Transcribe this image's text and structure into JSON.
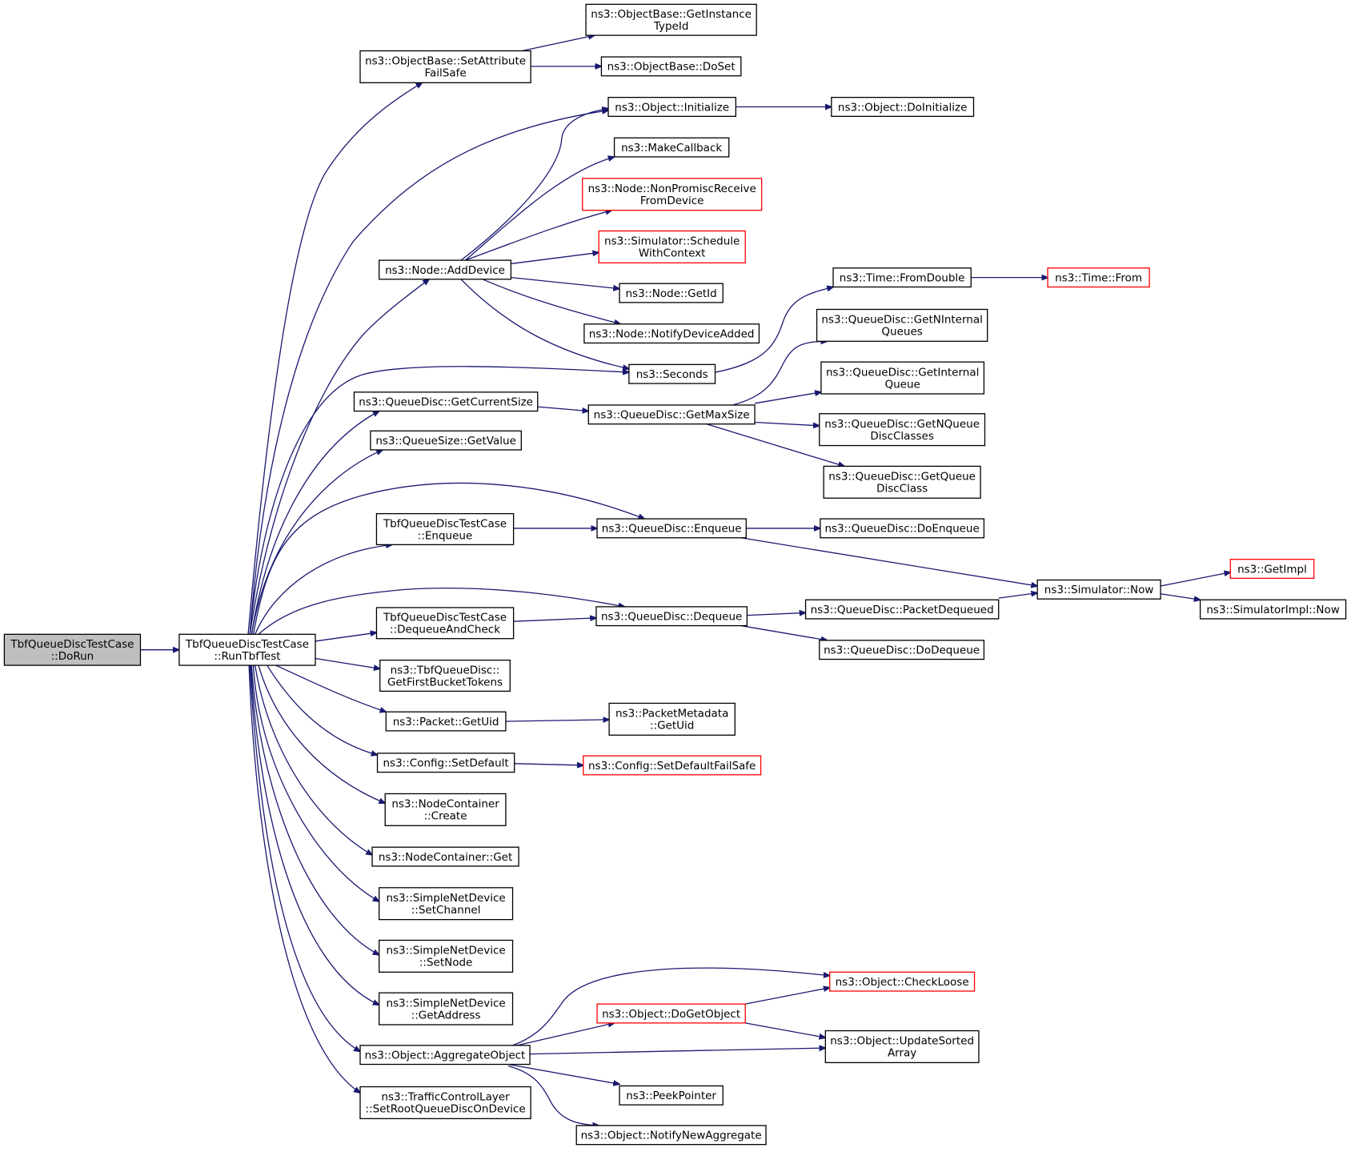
{
  "nodes": [
    {
      "id": "n0",
      "lines": [
        "TbfQueueDiscTestCase",
        "::DoRun"
      ],
      "style": "root"
    },
    {
      "id": "n1",
      "lines": [
        "TbfQueueDiscTestCase",
        "::RunTbfTest"
      ],
      "style": "normal"
    },
    {
      "id": "n2",
      "lines": [
        "ns3::ObjectBase::SetAttribute",
        "FailSafe"
      ],
      "style": "normal"
    },
    {
      "id": "n3",
      "lines": [
        "ns3::ObjectBase::GetInstance",
        "TypeId"
      ],
      "style": "normal"
    },
    {
      "id": "n4",
      "lines": [
        "ns3::ObjectBase::DoSet"
      ],
      "style": "normal"
    },
    {
      "id": "n5",
      "lines": [
        "ns3::Object::Initialize"
      ],
      "style": "normal"
    },
    {
      "id": "n6",
      "lines": [
        "ns3::Object::DoInitialize"
      ],
      "style": "normal"
    },
    {
      "id": "n7",
      "lines": [
        "ns3::MakeCallback"
      ],
      "style": "normal"
    },
    {
      "id": "n8",
      "lines": [
        "ns3::Node::NonPromiscReceive",
        "FromDevice"
      ],
      "style": "red"
    },
    {
      "id": "n9",
      "lines": [
        "ns3::Simulator::Schedule",
        "WithContext"
      ],
      "style": "red"
    },
    {
      "id": "n10",
      "lines": [
        "ns3::Node::AddDevice"
      ],
      "style": "normal"
    },
    {
      "id": "n11",
      "lines": [
        "ns3::Node::GetId"
      ],
      "style": "normal"
    },
    {
      "id": "n12",
      "lines": [
        "ns3::Node::NotifyDeviceAdded"
      ],
      "style": "normal"
    },
    {
      "id": "n13",
      "lines": [
        "ns3::Seconds"
      ],
      "style": "normal"
    },
    {
      "id": "n14",
      "lines": [
        "ns3::Time::FromDouble"
      ],
      "style": "normal"
    },
    {
      "id": "n15",
      "lines": [
        "ns3::Time::From"
      ],
      "style": "red"
    },
    {
      "id": "n16",
      "lines": [
        "ns3::QueueDisc::GetNInternal",
        "Queues"
      ],
      "style": "normal"
    },
    {
      "id": "n17",
      "lines": [
        "ns3::QueueDisc::GetInternal",
        "Queue"
      ],
      "style": "normal"
    },
    {
      "id": "n18",
      "lines": [
        "ns3::QueueDisc::GetCurrentSize"
      ],
      "style": "normal"
    },
    {
      "id": "n19",
      "lines": [
        "ns3::QueueDisc::GetMaxSize"
      ],
      "style": "normal"
    },
    {
      "id": "n20",
      "lines": [
        "ns3::QueueDisc::GetNQueue",
        "DiscClasses"
      ],
      "style": "normal"
    },
    {
      "id": "n21",
      "lines": [
        "ns3::QueueSize::GetValue"
      ],
      "style": "normal"
    },
    {
      "id": "n22",
      "lines": [
        "ns3::QueueDisc::GetQueue",
        "DiscClass"
      ],
      "style": "normal"
    },
    {
      "id": "n23",
      "lines": [
        "TbfQueueDiscTestCase",
        "::Enqueue"
      ],
      "style": "normal"
    },
    {
      "id": "n24",
      "lines": [
        "ns3::QueueDisc::Enqueue"
      ],
      "style": "normal"
    },
    {
      "id": "n25",
      "lines": [
        "ns3::QueueDisc::DoEnqueue"
      ],
      "style": "normal"
    },
    {
      "id": "n26",
      "lines": [
        "ns3::GetImpl"
      ],
      "style": "red"
    },
    {
      "id": "n27",
      "lines": [
        "ns3::Simulator::Now"
      ],
      "style": "normal"
    },
    {
      "id": "n28",
      "lines": [
        "ns3::SimulatorImpl::Now"
      ],
      "style": "normal"
    },
    {
      "id": "n29",
      "lines": [
        "TbfQueueDiscTestCase",
        "::DequeueAndCheck"
      ],
      "style": "normal"
    },
    {
      "id": "n30",
      "lines": [
        "ns3::QueueDisc::Dequeue"
      ],
      "style": "normal"
    },
    {
      "id": "n31",
      "lines": [
        "ns3::QueueDisc::PacketDequeued"
      ],
      "style": "normal"
    },
    {
      "id": "n32",
      "lines": [
        "ns3::QueueDisc::DoDequeue"
      ],
      "style": "normal"
    },
    {
      "id": "n33",
      "lines": [
        "ns3::TbfQueueDisc::",
        "GetFirstBucketTokens"
      ],
      "style": "normal"
    },
    {
      "id": "n34",
      "lines": [
        "ns3::Packet::GetUid"
      ],
      "style": "normal"
    },
    {
      "id": "n35",
      "lines": [
        "ns3::PacketMetadata",
        "::GetUid"
      ],
      "style": "normal"
    },
    {
      "id": "n36",
      "lines": [
        "ns3::Config::SetDefault"
      ],
      "style": "normal"
    },
    {
      "id": "n37",
      "lines": [
        "ns3::Config::SetDefaultFailSafe"
      ],
      "style": "red"
    },
    {
      "id": "n38",
      "lines": [
        "ns3::NodeContainer",
        "::Create"
      ],
      "style": "normal"
    },
    {
      "id": "n39",
      "lines": [
        "ns3::NodeContainer::Get"
      ],
      "style": "normal"
    },
    {
      "id": "n40",
      "lines": [
        "ns3::SimpleNetDevice",
        "::SetChannel"
      ],
      "style": "normal"
    },
    {
      "id": "n41",
      "lines": [
        "ns3::SimpleNetDevice",
        "::SetNode"
      ],
      "style": "normal"
    },
    {
      "id": "n42",
      "lines": [
        "ns3::SimpleNetDevice",
        "::GetAddress"
      ],
      "style": "normal"
    },
    {
      "id": "n43",
      "lines": [
        "ns3::Object::CheckLoose"
      ],
      "style": "red"
    },
    {
      "id": "n44",
      "lines": [
        "ns3::Object::DoGetObject"
      ],
      "style": "red"
    },
    {
      "id": "n45",
      "lines": [
        "ns3::Object::AggregateObject"
      ],
      "style": "normal"
    },
    {
      "id": "n46",
      "lines": [
        "ns3::Object::UpdateSorted",
        "Array"
      ],
      "style": "normal"
    },
    {
      "id": "n47",
      "lines": [
        "ns3::PeekPointer"
      ],
      "style": "normal"
    },
    {
      "id": "n48",
      "lines": [
        "ns3::TrafficControlLayer",
        "::SetRootQueueDiscOnDevice"
      ],
      "style": "normal"
    },
    {
      "id": "n49",
      "lines": [
        "ns3::Object::NotifyNewAggregate"
      ],
      "style": "normal"
    }
  ],
  "edges": [
    {
      "from": "n0",
      "to": "n1"
    },
    {
      "from": "n1",
      "to": "n2"
    },
    {
      "from": "n1",
      "to": "n5"
    },
    {
      "from": "n1",
      "to": "n10"
    },
    {
      "from": "n1",
      "to": "n13"
    },
    {
      "from": "n1",
      "to": "n18"
    },
    {
      "from": "n1",
      "to": "n21"
    },
    {
      "from": "n1",
      "to": "n24"
    },
    {
      "from": "n1",
      "to": "n23"
    },
    {
      "from": "n1",
      "to": "n30"
    },
    {
      "from": "n1",
      "to": "n29"
    },
    {
      "from": "n1",
      "to": "n33"
    },
    {
      "from": "n1",
      "to": "n34"
    },
    {
      "from": "n1",
      "to": "n36"
    },
    {
      "from": "n1",
      "to": "n38"
    },
    {
      "from": "n1",
      "to": "n39"
    },
    {
      "from": "n1",
      "to": "n40"
    },
    {
      "from": "n1",
      "to": "n41"
    },
    {
      "from": "n1",
      "to": "n42"
    },
    {
      "from": "n1",
      "to": "n45"
    },
    {
      "from": "n1",
      "to": "n48"
    },
    {
      "from": "n2",
      "to": "n3"
    },
    {
      "from": "n2",
      "to": "n4"
    },
    {
      "from": "n5",
      "to": "n6"
    },
    {
      "from": "n10",
      "to": "n5"
    },
    {
      "from": "n10",
      "to": "n7"
    },
    {
      "from": "n10",
      "to": "n8"
    },
    {
      "from": "n10",
      "to": "n9"
    },
    {
      "from": "n10",
      "to": "n11"
    },
    {
      "from": "n10",
      "to": "n12"
    },
    {
      "from": "n10",
      "to": "n13"
    },
    {
      "from": "n13",
      "to": "n14"
    },
    {
      "from": "n14",
      "to": "n15"
    },
    {
      "from": "n18",
      "to": "n19"
    },
    {
      "from": "n19",
      "to": "n16"
    },
    {
      "from": "n19",
      "to": "n17"
    },
    {
      "from": "n19",
      "to": "n20"
    },
    {
      "from": "n19",
      "to": "n22"
    },
    {
      "from": "n23",
      "to": "n24"
    },
    {
      "from": "n24",
      "to": "n25"
    },
    {
      "from": "n24",
      "to": "n27"
    },
    {
      "from": "n27",
      "to": "n26"
    },
    {
      "from": "n27",
      "to": "n28"
    },
    {
      "from": "n29",
      "to": "n30"
    },
    {
      "from": "n30",
      "to": "n31"
    },
    {
      "from": "n30",
      "to": "n32"
    },
    {
      "from": "n31",
      "to": "n27"
    },
    {
      "from": "n34",
      "to": "n35"
    },
    {
      "from": "n36",
      "to": "n37"
    },
    {
      "from": "n45",
      "to": "n43"
    },
    {
      "from": "n45",
      "to": "n44"
    },
    {
      "from": "n45",
      "to": "n46"
    },
    {
      "from": "n45",
      "to": "n47"
    },
    {
      "from": "n45",
      "to": "n49"
    },
    {
      "from": "n44",
      "to": "n43"
    },
    {
      "from": "n44",
      "to": "n46"
    }
  ]
}
